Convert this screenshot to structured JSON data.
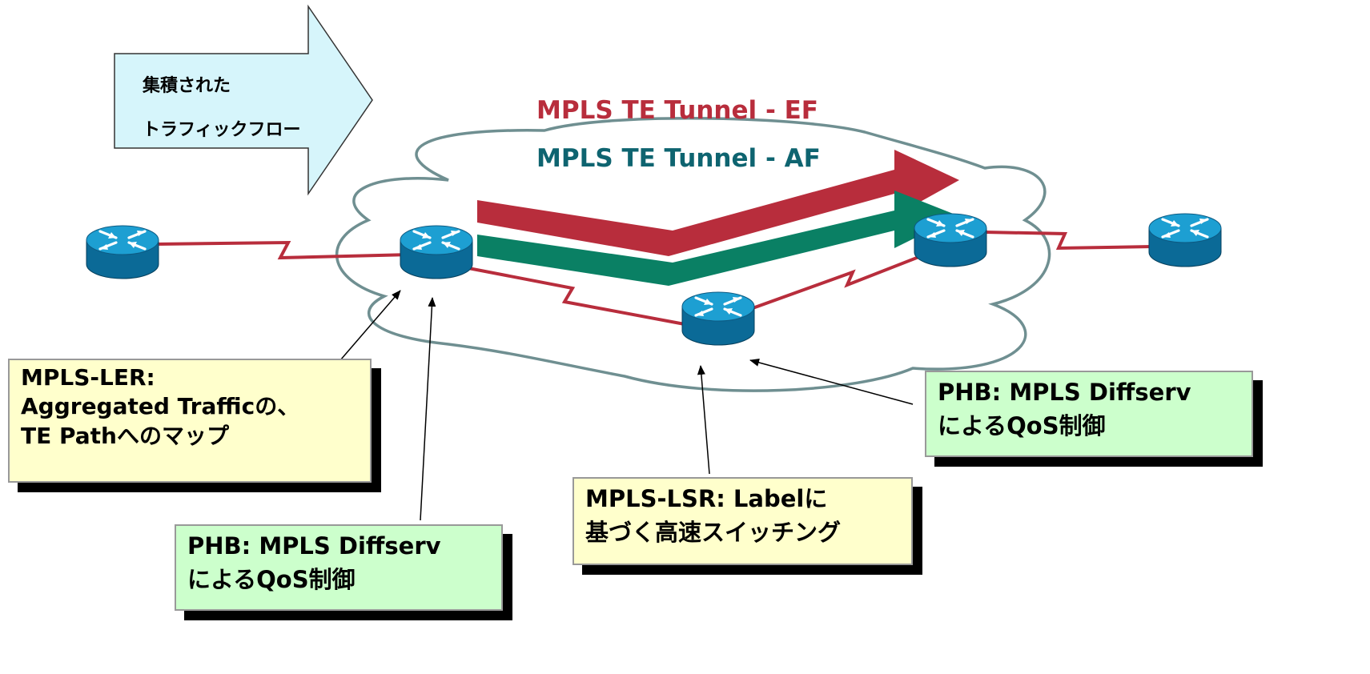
{
  "flow_label": {
    "line1": "集積された",
    "line2": "トラフィックフロー"
  },
  "tunnels": {
    "ef": {
      "label": "MPLS TE Tunnel - EF",
      "color": "#b82d3c"
    },
    "af": {
      "label": "MPLS TE Tunnel - AF",
      "color": "#0e6470",
      "arrow_color": "#0a8064"
    }
  },
  "callouts": {
    "ler": {
      "line1": "MPLS-LER:",
      "line2": "Aggregated Trafficの、",
      "line3": "TE Pathへのマップ"
    },
    "phb_left": {
      "line1": "PHB: MPLS Diffserv",
      "line2": "によるQoS制御"
    },
    "lsr": {
      "line1": "MPLS-LSR: Labelに",
      "line2": "基づく高速スイッチング"
    },
    "phb_right": {
      "line1": "PHB: MPLS Diffserv",
      "line2": "によるQoS制御"
    }
  },
  "colors": {
    "link": "#b82d3c",
    "cloud_stroke": "#6f8f91",
    "flow_arrow_fill": "#d6f5fb",
    "router_top": "#1d9fd2",
    "router_side": "#0b6a97",
    "callout_yellow": "#ffffcc",
    "callout_green": "#ccffcc"
  }
}
